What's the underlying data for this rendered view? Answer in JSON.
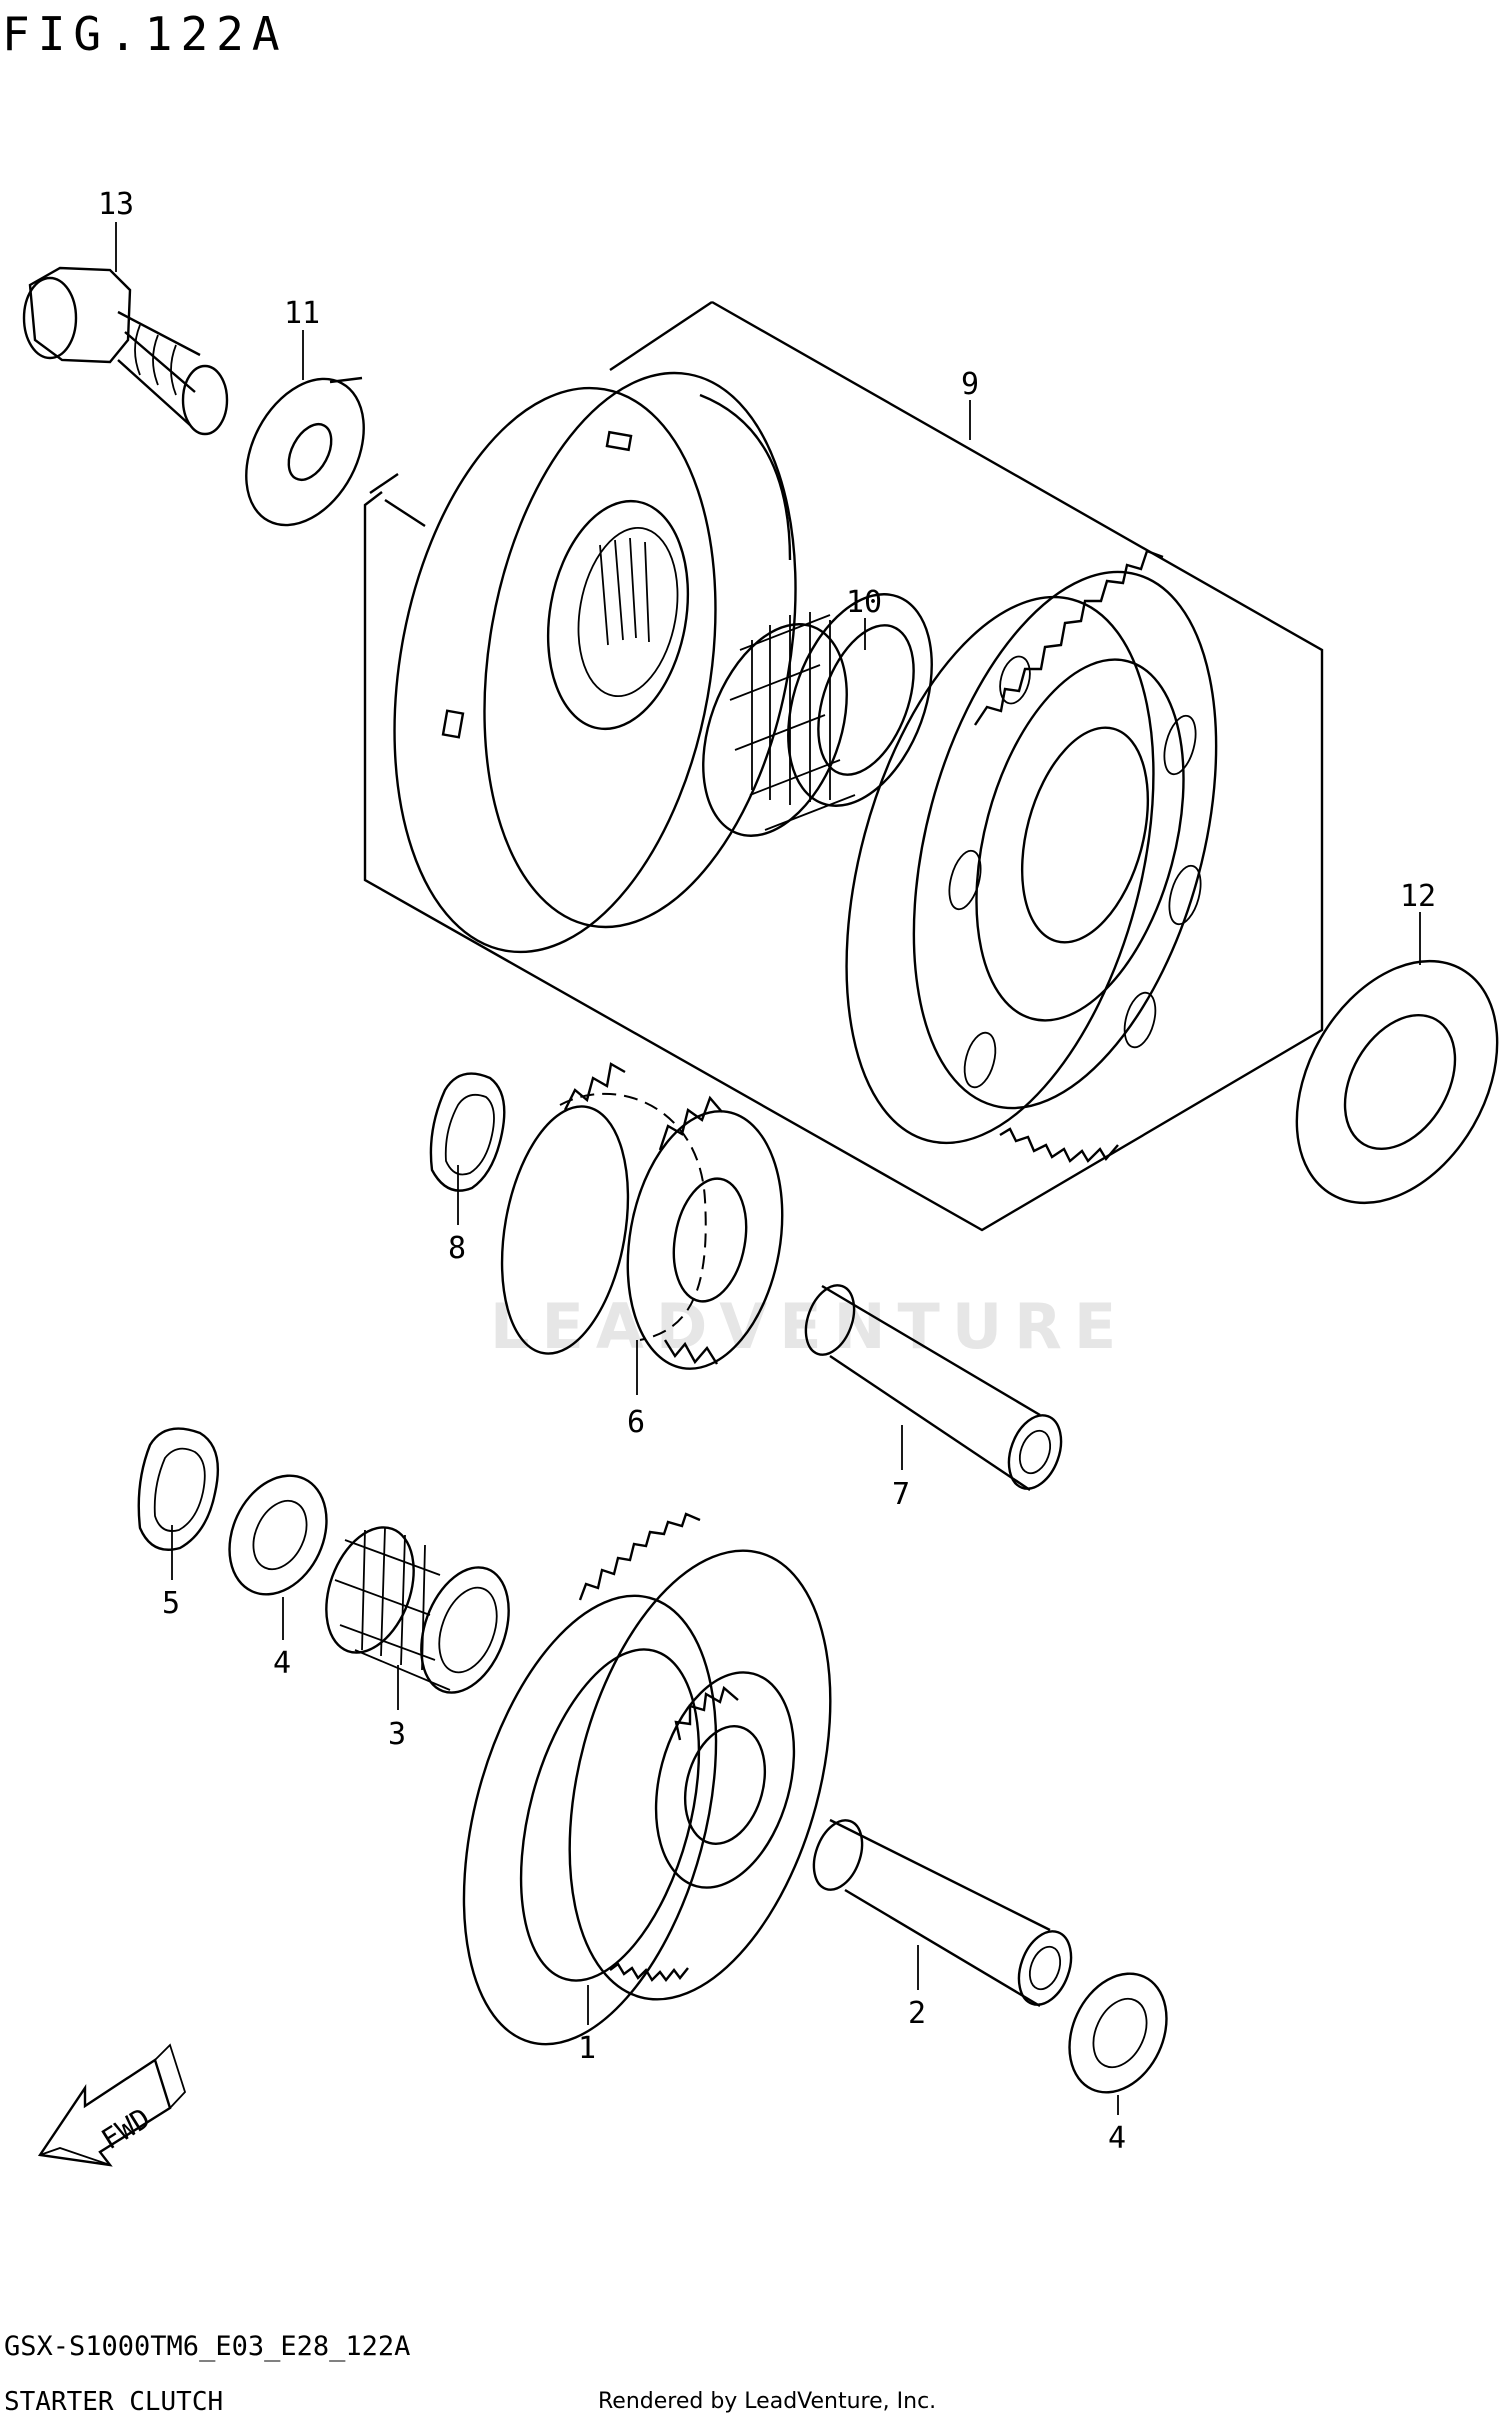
{
  "figure": {
    "title": "FIG.122A",
    "model_code": "GSX-S1000TM6_E03_E28_122A",
    "section_name": "STARTER CLUTCH",
    "credit": "Rendered by LeadVenture, Inc.",
    "watermark": "LEADVENTURE",
    "direction_label": "FWD"
  },
  "callouts": [
    {
      "id": "c13",
      "label": "13"
    },
    {
      "id": "c11",
      "label": "11"
    },
    {
      "id": "c9",
      "label": "9"
    },
    {
      "id": "c10",
      "label": "10"
    },
    {
      "id": "c12",
      "label": "12"
    },
    {
      "id": "c8",
      "label": "8"
    },
    {
      "id": "c6",
      "label": "6"
    },
    {
      "id": "c7",
      "label": "7"
    },
    {
      "id": "c5",
      "label": "5"
    },
    {
      "id": "c4a",
      "label": "4"
    },
    {
      "id": "c3",
      "label": "3"
    },
    {
      "id": "c1",
      "label": "1"
    },
    {
      "id": "c2",
      "label": "2"
    },
    {
      "id": "c4b",
      "label": "4"
    }
  ]
}
